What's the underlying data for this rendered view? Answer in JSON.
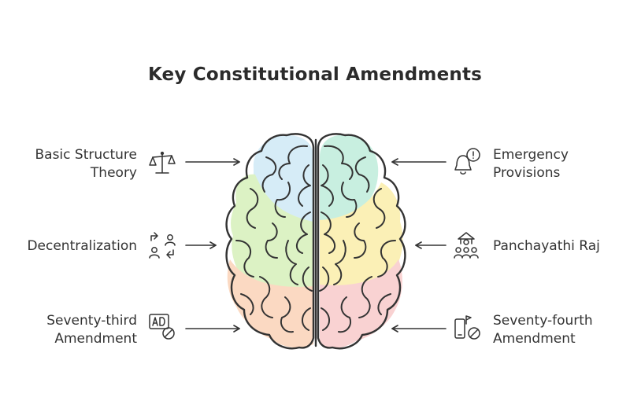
{
  "title": "Key Constitutional Amendments",
  "items_left": [
    {
      "line1": "Basic Structure",
      "line2": "Theory",
      "icon": "scales-icon"
    },
    {
      "line1": "Decentralization",
      "line2": "",
      "icon": "people-exchange-icon"
    },
    {
      "line1": "Seventy-third",
      "line2": "Amendment",
      "icon": "ad-block-icon"
    }
  ],
  "items_right": [
    {
      "line1": "Emergency",
      "line2": "Provisions",
      "icon": "alert-bell-icon"
    },
    {
      "line1": "Panchayathi Raj",
      "line2": "",
      "icon": "village-council-icon"
    },
    {
      "line1": "Seventy-fourth",
      "line2": "Amendment",
      "icon": "no-phone-icon"
    }
  ],
  "colors": {
    "blue": "#d6ecf7",
    "teal": "#c8efe0",
    "green": "#dcf2c4",
    "yellow": "#fbf0b6",
    "orange": "#fbd9c2",
    "pink": "#f9d2d2",
    "stroke": "#333333"
  }
}
